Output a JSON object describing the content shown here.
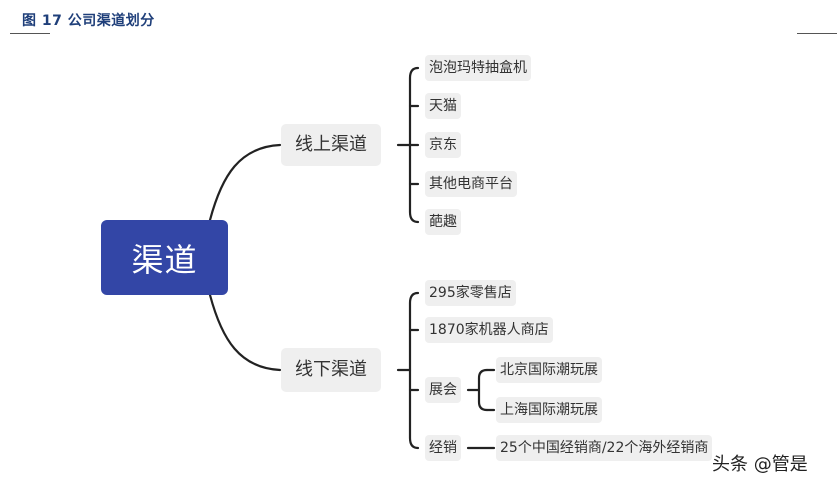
{
  "figure": {
    "title": "图 17  公司渠道划分"
  },
  "mindmap": {
    "root": "渠道",
    "online": {
      "label": "线上渠道",
      "children": [
        "泡泡玛特抽盒机",
        "天猫",
        "京东",
        "其他电商平台",
        "葩趣"
      ]
    },
    "offline": {
      "label": "线下渠道",
      "stores": "295家零售店",
      "robot_stores": "1870家机器人商店",
      "exhibition": {
        "label": "展会",
        "children": [
          "北京国际潮玩展",
          "上海国际潮玩展"
        ]
      },
      "distribution": {
        "label": "经销",
        "children": [
          "25个中国经销商/22个海外经销商"
        ]
      }
    }
  },
  "watermark": "头条 @管是"
}
